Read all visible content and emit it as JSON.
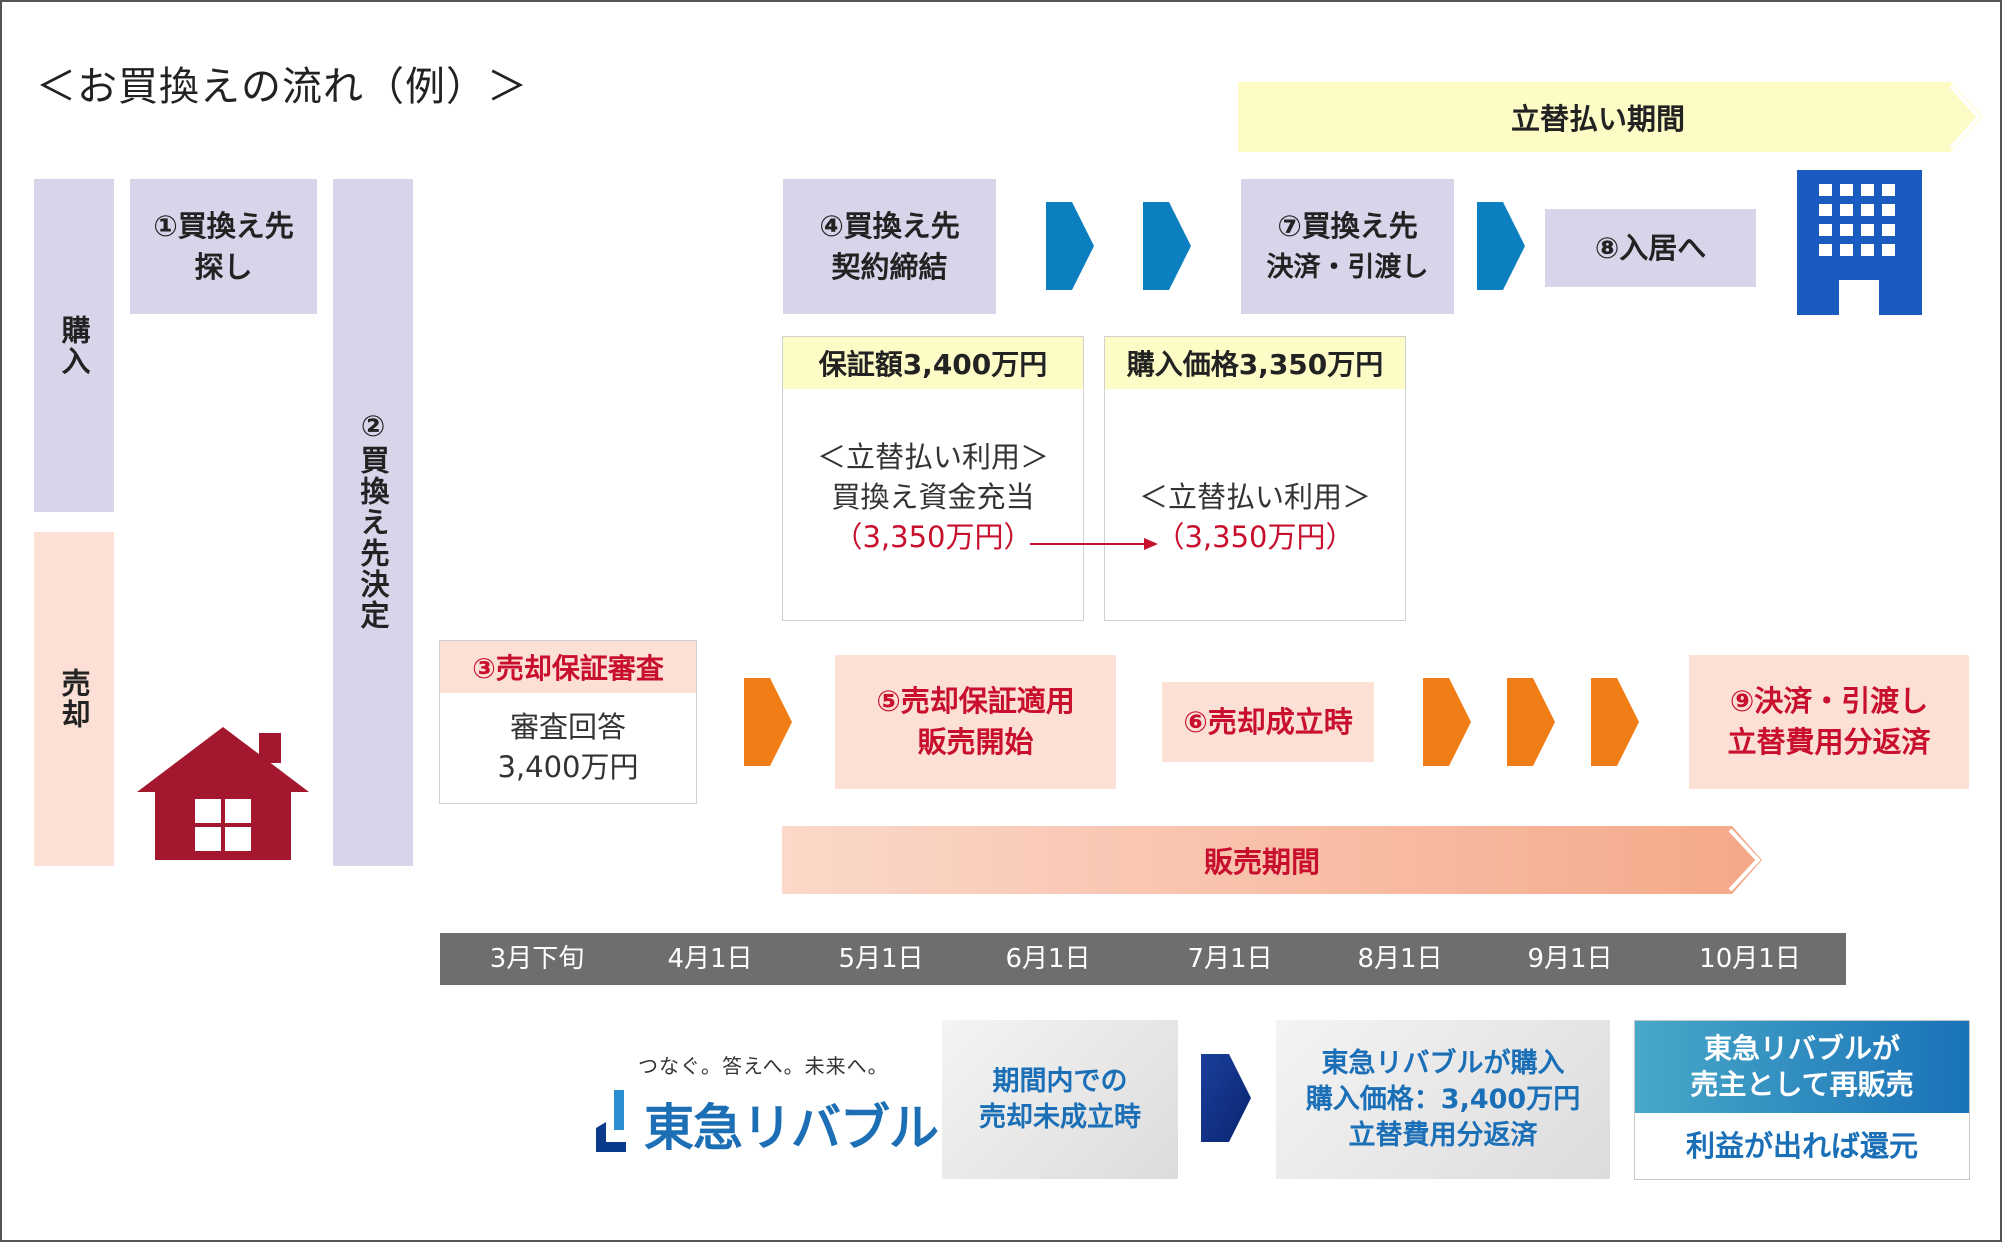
{
  "title": "＜お買換えの流れ（例）＞",
  "rows": {
    "purchase": "購入",
    "sale": "売却"
  },
  "period_reimburse": "立替払い期間",
  "period_sales": "販売期間",
  "steps": {
    "s1": [
      "①買換え先",
      "探し"
    ],
    "s2": "②買換え先決定",
    "s3": "③売却保証審査",
    "s3_answer": [
      "審査回答",
      "3,400万円"
    ],
    "s4": [
      "④買換え先",
      "契約締結"
    ],
    "s5": [
      "⑤売却保証適用",
      "販売開始"
    ],
    "s6": "⑥売却成立時",
    "s7": [
      "⑦買換え先",
      "決済・引渡し"
    ],
    "s8": "⑧入居へ",
    "s9": [
      "⑨決済・引渡し",
      "立替費用分返済"
    ]
  },
  "guarantee": {
    "label": "保証額3,400万円",
    "lines": [
      "＜立替払い利用＞",
      "買換え資金充当",
      "（3,350万円）"
    ]
  },
  "purchase_price": {
    "label": "購入価格3,350万円",
    "lines": [
      "＜立替払い利用＞",
      "（3,350万円）"
    ]
  },
  "timeline": [
    "3月下旬",
    "4月1日",
    "5月1日",
    "6月1日",
    "7月1日",
    "8月1日",
    "9月1日",
    "10月1日"
  ],
  "footer": {
    "tagline": "つなぐ。答えへ。未来へ。",
    "logo": "東急リバブル",
    "case": [
      "期間内での",
      "売却未成立時"
    ],
    "result": [
      "東急リバブルが購入",
      "購入価格：3,400万円",
      "立替費用分返済"
    ],
    "resale": [
      "東急リバブルが",
      "売主として再販売"
    ],
    "profit": "利益が出れば還元"
  },
  "colors": {
    "lavender": "#d6d5ea",
    "peach": "#fce0d6",
    "yellow": "#fdfcc6",
    "blue_arrow": "#0b7fc0",
    "orange_arrow": "#f07d16",
    "red": "#c8102e",
    "house": "#a3182e",
    "building": "#1a5bbf"
  }
}
